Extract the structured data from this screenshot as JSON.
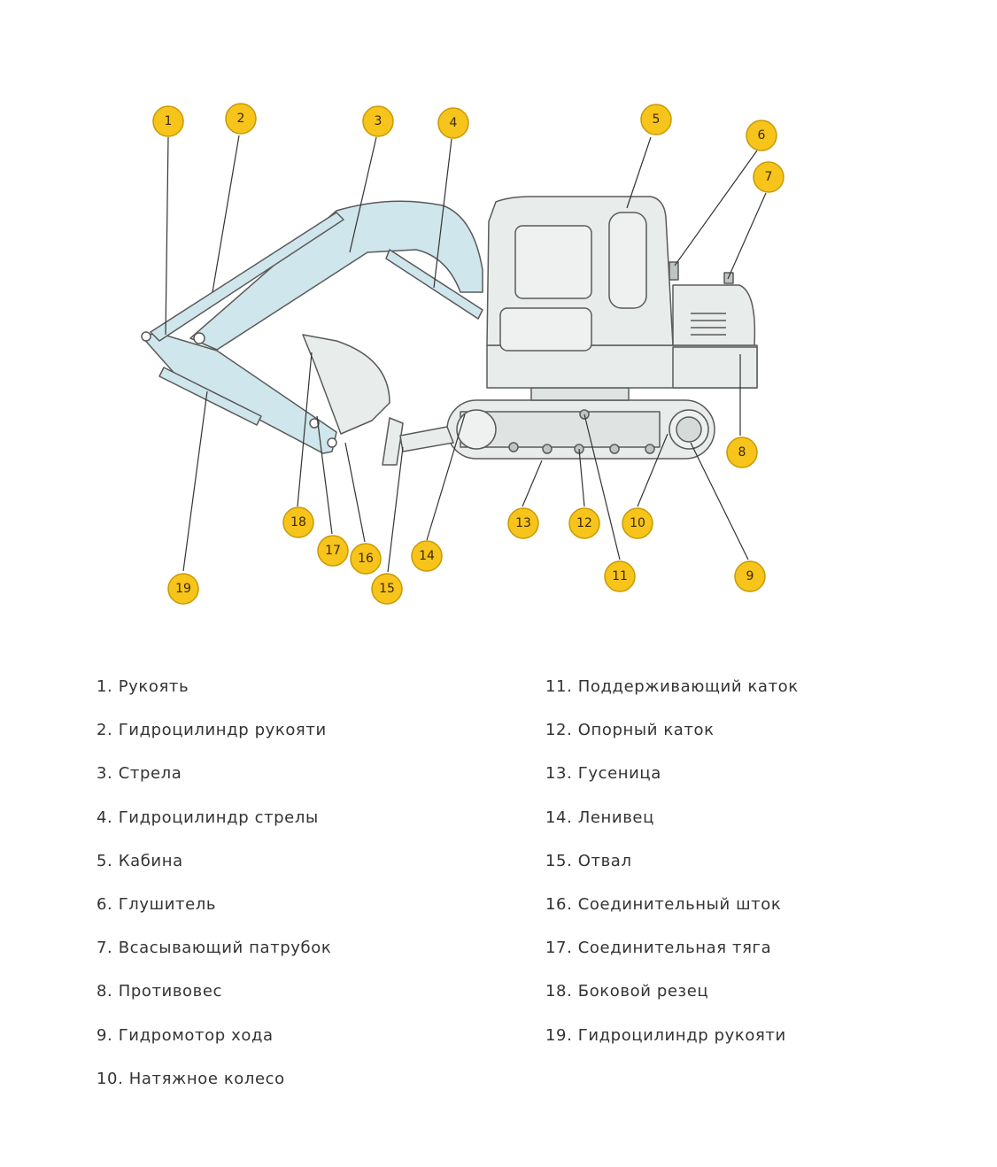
{
  "colors": {
    "badge_fill": "#f7c41b",
    "badge_stroke": "#c99a00",
    "body_fill": "#e8eceb",
    "arm_fill": "#cfe6ec",
    "outline": "#5a5a5a",
    "leader": "#333333",
    "legend_text": "#333333"
  },
  "callouts": [
    {
      "id": "1",
      "label": "1"
    },
    {
      "id": "2",
      "label": "2"
    },
    {
      "id": "3",
      "label": "3"
    },
    {
      "id": "4",
      "label": "4"
    },
    {
      "id": "5",
      "label": "5"
    },
    {
      "id": "6",
      "label": "6"
    },
    {
      "id": "7",
      "label": "7"
    },
    {
      "id": "8",
      "label": "8"
    },
    {
      "id": "9",
      "label": "9"
    },
    {
      "id": "10",
      "label": "10"
    },
    {
      "id": "11",
      "label": "11"
    },
    {
      "id": "12",
      "label": "12"
    },
    {
      "id": "13",
      "label": "13"
    },
    {
      "id": "14",
      "label": "14"
    },
    {
      "id": "15",
      "label": "15"
    },
    {
      "id": "16",
      "label": "16"
    },
    {
      "id": "17",
      "label": "17"
    },
    {
      "id": "18",
      "label": "18"
    },
    {
      "id": "19",
      "label": "19"
    }
  ],
  "legend": {
    "left": [
      "1. Рукоять",
      "2. Гидроцилиндр рукояти",
      "3. Стрела",
      "4. Гидроцилиндр стрелы",
      "5. Кабина",
      "6. Глушитель",
      "7. Всасывающий патрубок",
      "8. Противовес",
      "9. Гидромотор хода",
      "10. Натяжное колесо"
    ],
    "right": [
      "11. Поддерживающий каток",
      "12. Опорный каток",
      "13. Гусеница",
      "14. Ленивец",
      "15. Отвал",
      "16. Соединительный шток",
      "17. Соединительная тяга",
      "18. Боковой резец",
      "19. Гидроцилиндр рукояти"
    ]
  }
}
